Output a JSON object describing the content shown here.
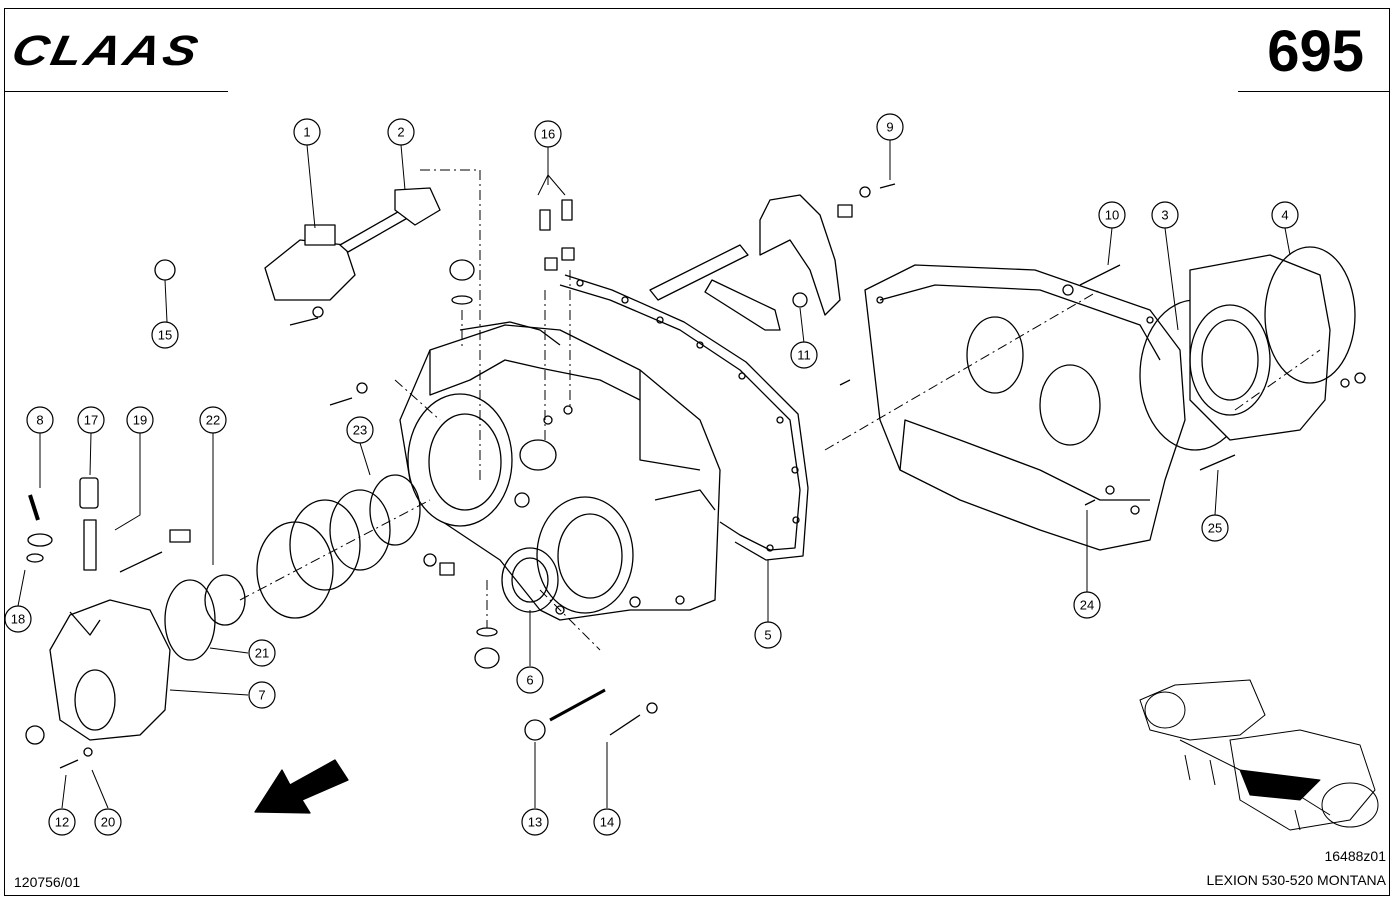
{
  "header": {
    "brand": "CLAAS",
    "page_number": "695"
  },
  "footer": {
    "doc_number": "120756/01",
    "drawing_id": "16488z01",
    "model": "LEXION 530-520 MONTANA"
  },
  "callouts": [
    "1",
    "2",
    "3",
    "4",
    "5",
    "6",
    "7",
    "8",
    "9",
    "10",
    "11",
    "12",
    "13",
    "14",
    "15",
    "16",
    "17",
    "18",
    "19",
    "20",
    "21",
    "22",
    "23",
    "24",
    "25"
  ]
}
